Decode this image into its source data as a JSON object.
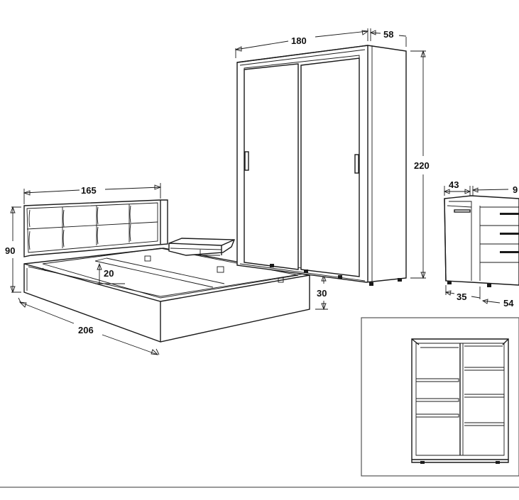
{
  "dimensions": {
    "headboard_width": "165",
    "headboard_height": "90",
    "bed_frame_depth": "20",
    "bed_frame_height": "30",
    "bed_length": "206",
    "wardrobe_width": "180",
    "wardrobe_depth": "58",
    "wardrobe_height": "220",
    "dresser_side": "43",
    "dresser_width_partial": "9",
    "dresser_base_left": "35",
    "dresser_base_right": "54"
  },
  "colors": {
    "line": "#1a1a1a",
    "background": "#ffffff",
    "frame_border": "#555555",
    "rule": "#9a9a9a"
  }
}
